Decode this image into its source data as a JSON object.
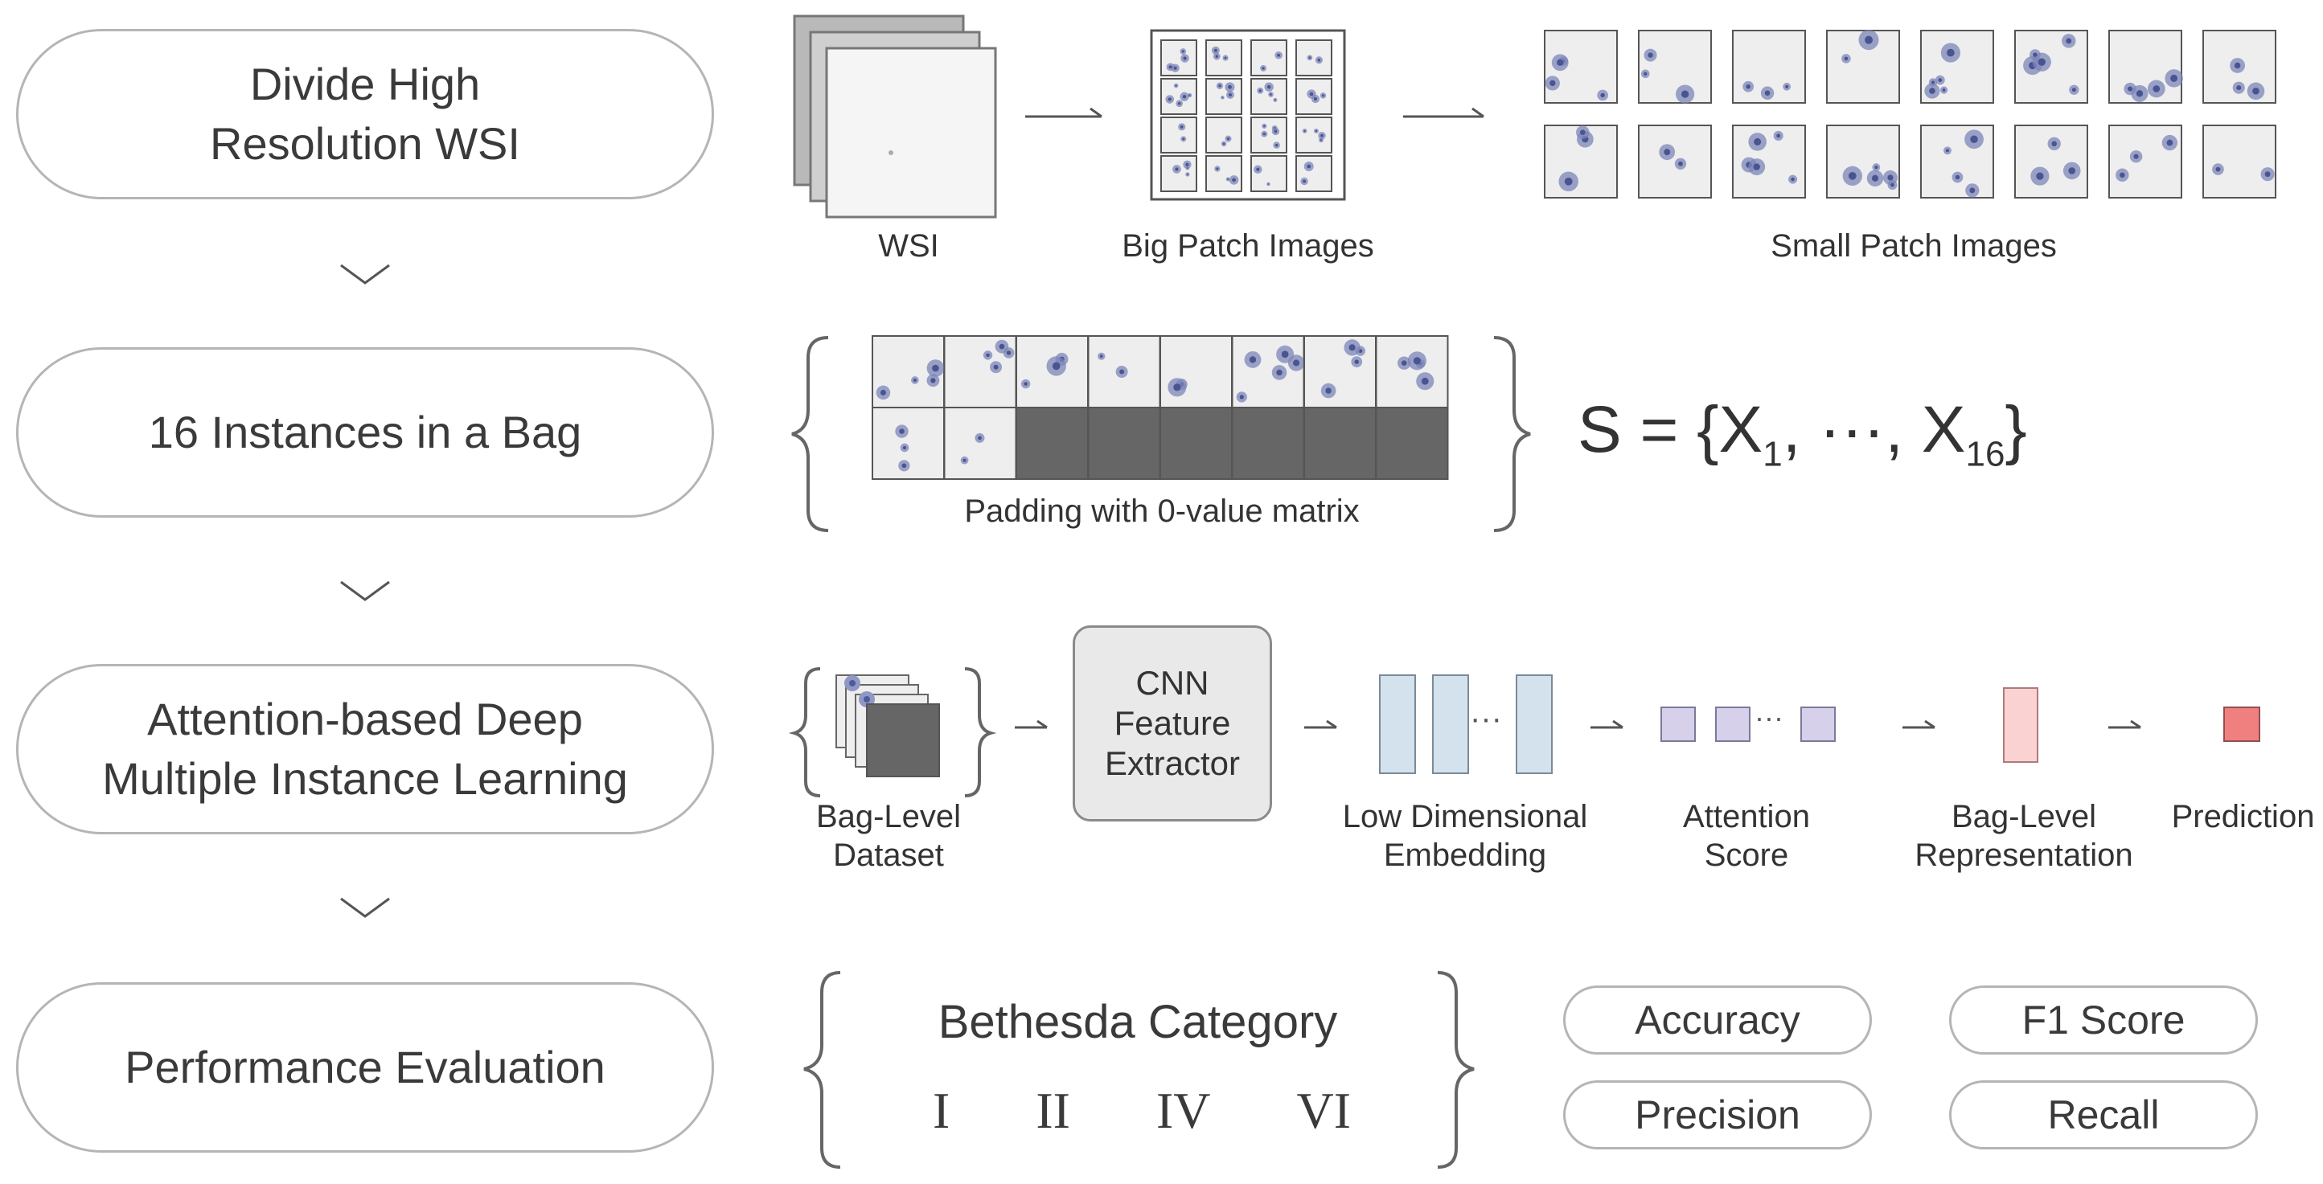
{
  "steps": [
    {
      "label": "Divide High\nResolution WSI"
    },
    {
      "label": "16 Instances in a Bag"
    },
    {
      "label": "Attention-based Deep\nMultiple Instance Learning"
    },
    {
      "label": "Performance Evaluation"
    }
  ],
  "row1": {
    "wsi_label": "WSI",
    "big_patch_label": "Big Patch Images",
    "small_patch_label": "Small Patch Images"
  },
  "row2": {
    "padding_label": "Padding with 0-value matrix",
    "bag_formula_prefix": "S = {X",
    "bag_formula_sub1": "1",
    "bag_formula_mid": ", ···, X",
    "bag_formula_sub16": "16",
    "bag_formula_suffix": "}"
  },
  "row3": {
    "dataset_label": "Bag-Level\nDataset",
    "cnn_label": "CNN\nFeature\nExtractor",
    "embedding_label": "Low Dimensional\nEmbedding",
    "attention_label": "Attention\nScore",
    "representation_label": "Bag-Level\nRepresentation",
    "prediction_label": "Prediction",
    "ellipsis": "···"
  },
  "row4": {
    "category_title": "Bethesda Category",
    "categories": [
      "I",
      "II",
      "IV",
      "VI"
    ],
    "metrics": [
      "Accuracy",
      "F1 Score",
      "Precision",
      "Recall"
    ]
  },
  "colors": {
    "border": "#b5b5b5",
    "patch_bg": "#eeeeee",
    "cell_stain": "#7c86b8",
    "padding_dark": "#666666",
    "embedding_fill": "#d4e2ee",
    "attention_fill": "#d7d0ea",
    "representation_fill": "#fbd2d2",
    "prediction_fill": "#f08080"
  },
  "icons": [
    "chevron-down-icon",
    "arrow-right-icon",
    "curly-brace-icon",
    "cell-patch-icon"
  ]
}
